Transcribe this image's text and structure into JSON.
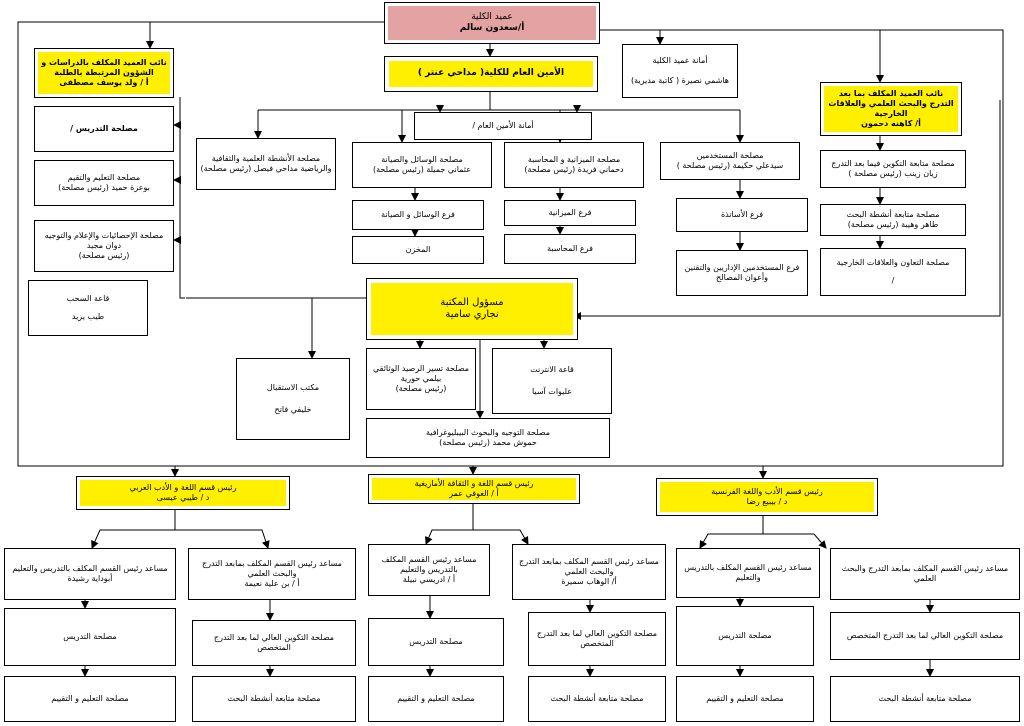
{
  "colors": {
    "dean_fill": "#e3a3a3",
    "highlight": "#fff000",
    "line": "#000000"
  },
  "dean": {
    "title": "عميد الكلية",
    "name": "أ/سعدون سالم"
  },
  "secretariat": {
    "title": "أمانة عميد الكلية",
    "name": "هاشمي نصيرة ( كاتبة مديرية)"
  },
  "vice_studies": {
    "title": "نائب العميد المكلف بالدراسات و الشؤون المرتبطة بالطلبة",
    "name": "أ / ولد يوسف مصطفى"
  },
  "vice_research": {
    "title": "نائب العميد المكلف بما بعد التدرج والبحث العلمي والعلاقات الخارجية",
    "name": "أ/ كاهنه دحمون"
  },
  "secretary_general": {
    "title": "الأمين العام للكلية( مداحي عنتر )"
  },
  "sg_secretariat": {
    "title": "أمانة الأمين العام /"
  },
  "left_column": [
    {
      "title": "مصلحة التدريس /"
    },
    {
      "title": "مصلحة التعليم والتقيم",
      "name": "بوعزة حميد (رئيس مصلحة)"
    },
    {
      "title": "مصلحة الإحصائيات والإعلام والتوجيه دوان مجيد",
      "name": "(رئيس مصلحة)"
    },
    {
      "title": "قاعة السحب",
      "name": "طيب يزيد"
    }
  ],
  "admin_services": [
    {
      "title": "مصلحة الأنشطة العلمية والثقافية والرياضية مداحي فيصل (رئيس مصلحة)"
    },
    {
      "title": "مصلحة الوسائل والصيانة",
      "name": "عثماني جميلة (رئيس مصلحة)"
    },
    {
      "title": "مصلحة الميزانية و المحاسبة",
      "name": "دحماني فريدة (رئيس مصلحة)"
    },
    {
      "title": "مصلحة المستخدمين",
      "name": "سيدعلي حكيمة (رئيس مصلحة )"
    }
  ],
  "admin_subunits": {
    "maintenance": "فرع الوسائل و الصيانة",
    "store": "المخزن",
    "budget": "فرع الميزانية",
    "accounting": "فرع المحاسبة",
    "professors": "فرع الأساتذة",
    "staff": "فرع المستخدمين الإداريين والتقنين وأعوان المصالح"
  },
  "right_column": [
    {
      "title": "مصلحة متابعة التكوين فيما بعد التدرج",
      "name": "زيان زينب (رئيس مصلحة )"
    },
    {
      "title": "مصلحة متابعة أنشطة البحث",
      "name": "طاهر وهيبة (رئيس مصلحة)"
    },
    {
      "title": "مصلحة التعاون والعلاقات الخارجية",
      "name": "/"
    }
  ],
  "library": {
    "title": "مسؤول المكتبة",
    "name": "نجاري سامية"
  },
  "reception": {
    "title": "مكتب الاستقبال",
    "name": "خليفي فاتح"
  },
  "archive": {
    "title": "مصلحة تسير الرصيد الوثائقي بيلمي حورية",
    "name": "(رئيس مصلحة)"
  },
  "internet": {
    "title": "قاعة الانترنت",
    "name": "عليوات آسيا"
  },
  "biblio": {
    "title": "مصلحة التوجيه والبحوث البيبليوغرافية",
    "name": "حموش محمد (رئيس مصلحة)"
  },
  "departments": [
    {
      "title": "رئيس قسم اللغة و الأدب العربي",
      "name": "د / طيبي عيسى"
    },
    {
      "title": "رئيس قسم اللغة و الثقافة الأمازيغية",
      "name": "أ / العوفي عمر"
    },
    {
      "title": "رئيس قسم الأدب واللغة الفرنسية",
      "name": "د / بيبيع رضا"
    }
  ],
  "assistants": [
    {
      "title": "مساعد رئيس القسم المكلف بالتدريس والتعليم",
      "name": "أبوداية رشيدة"
    },
    {
      "title": "مساعد رئيس القسم المكلف بمابعد التدرج والبحث العلمي",
      "name": "أ / بن علية نعيمة"
    },
    {
      "title": "مساعد رئيس القسم المكلف بالتدريس والتعليم",
      "name": "أ / ادريسي نبيلة"
    },
    {
      "title": "مساعد رئيس القسم المكلف بمابعد التدرج والبحث العلمي",
      "name": "أ/ الوهاب سميرة"
    },
    {
      "title": "مساعد رئيس القسم المكلف بالتدريس والتعليم",
      "name": ""
    },
    {
      "title": "مساعد رئيس القسم المكلف بمابعد التدرج والبحث العلمي",
      "name": ""
    }
  ],
  "dept_services": {
    "teaching": "مصلحة التدريس",
    "postgrad": "مصلحة التكوين العالي لما بعد التدرج المتخصص",
    "evaluation": "مصلحة التعليم و التقييم",
    "research": "مصلحة متابعة أنشطة البحث"
  }
}
